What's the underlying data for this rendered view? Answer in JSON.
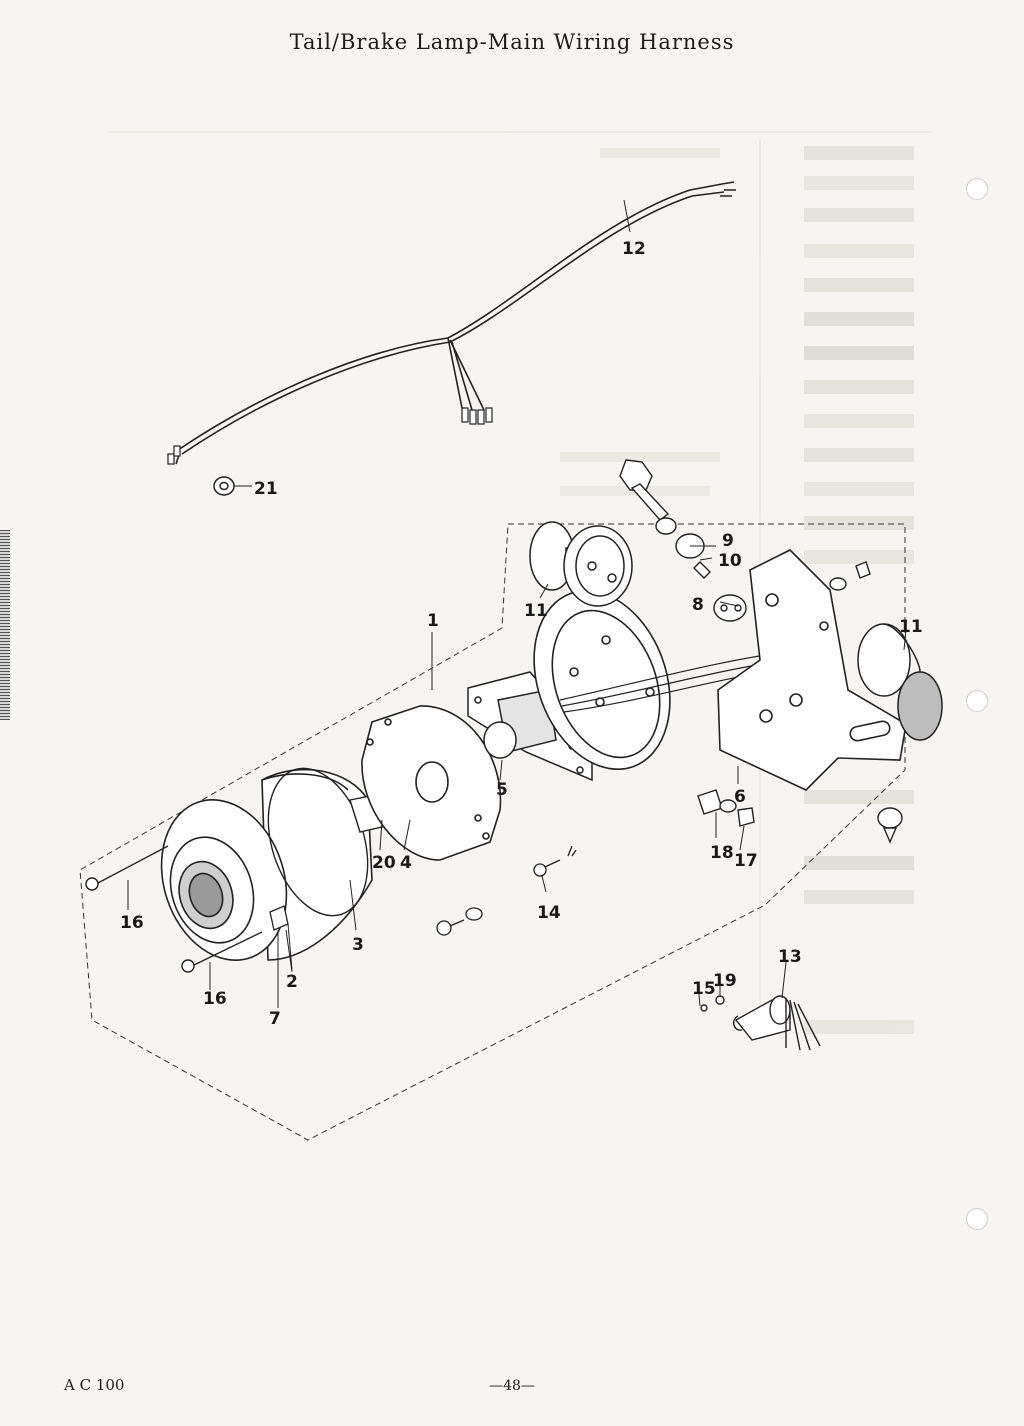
{
  "header": {
    "title": "Tail/Brake Lamp-Main Wiring Harness"
  },
  "footer": {
    "model": "A C 100",
    "page": "—48—"
  },
  "callouts": {
    "c1": "1",
    "c2": "2",
    "c3": "3",
    "c4": "4",
    "c5": "5",
    "c6": "6",
    "c7": "7",
    "c8": "8",
    "c9": "9",
    "c10": "10",
    "c11a": "11",
    "c11b": "11",
    "c12": "12",
    "c13": "13",
    "c14": "14",
    "c15": "15",
    "c16a": "16",
    "c16b": "16",
    "c17": "17",
    "c18": "18",
    "c19": "19",
    "c20": "20",
    "c21": "21"
  }
}
